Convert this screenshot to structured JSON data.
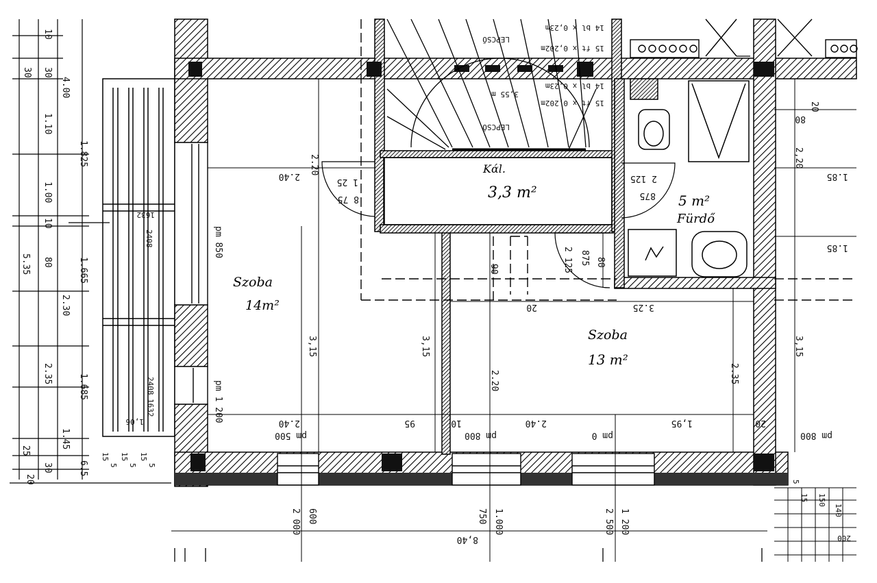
{
  "rooms": {
    "room_left": {
      "name": "Szoba",
      "area": "14m²"
    },
    "room_right": {
      "name": "Szoba",
      "area": "13 m²"
    },
    "storage": {
      "name": "Kάl.",
      "area": "3,3 m²"
    },
    "bathroom": {
      "area": "5 m²",
      "name": "Fürdő"
    }
  },
  "stair": {
    "label_top": "LEPCSŐ",
    "label_bottom": "LEPCSŐ",
    "spec_top_a": "15 ft x 0,202m",
    "spec_top_b": "14 bl x 0,23m",
    "spec_bottom_a": "14 bl x 0,23m",
    "spec_bottom_b": "15 ft x 0,202m",
    "area": "3,55 m"
  },
  "left_stack": [
    "10",
    "30",
    "30",
    "4.00",
    "1.10",
    "1.00",
    "10",
    "80",
    "5.35",
    "2.30",
    "2.35",
    "1.45",
    "25",
    "30",
    "20",
    "1.825",
    "1.665",
    "1.685",
    "6.5"
  ],
  "bottom_small": [
    "15",
    "5",
    "15",
    "5",
    "15",
    "5"
  ],
  "balcony_labels": [
    "pm 850",
    "pm 1 200",
    "pm 500",
    "pm 800",
    "pm 0",
    "pm 800"
  ],
  "dimensions": {
    "d_2_40_a": "2.40",
    "d_2_20_a": "2.20",
    "d_125_a": "1 25",
    "d_875_a": "8 75",
    "d_2_125": "2 125",
    "d_875_b": "875",
    "d_3_15_a": "3,15",
    "d_3_15_b": "3,15",
    "d_3_15_c": "3,15",
    "d_2_20_b": "2,20",
    "d_2_20_c": "2.20",
    "d_2_35": "2.35",
    "d_3_25": "3.25",
    "d_20": "20",
    "d_90": "90",
    "d_80_v": "80",
    "d_2_125_b": "2 125",
    "d_875_c": "875",
    "d_2_40_b": "2.40",
    "d_2_40_c": "2.40",
    "d_95": "95",
    "d_10": "10",
    "d_1_95": "1,95",
    "d_1_85_a": "1.85",
    "d_1_85_b": "1.85",
    "d_80_r": "80",
    "d_20_r": "20",
    "d_1_06": "1,06",
    "d_2408": "2408",
    "d_1632": "1632",
    "d_2000": "2 000",
    "d_600": "600",
    "d_750": "750",
    "d_1000": "1.000",
    "d_2500": "2 500",
    "d_1200": "1 200",
    "d_8_40": "8,40",
    "d_5": "5",
    "d_15": "15",
    "d_150": "150",
    "d_140": "140",
    "d_200": "200"
  }
}
